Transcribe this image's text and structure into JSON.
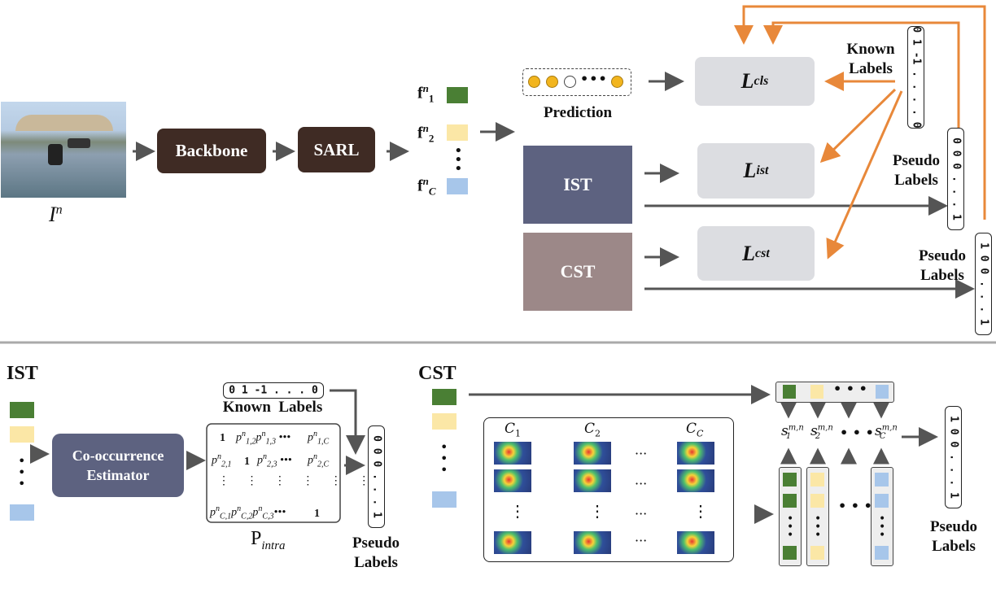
{
  "top": {
    "input_label": "I",
    "input_sup": "n",
    "backbone": "Backbone",
    "sarl": "SARL",
    "feat_f": "f",
    "feat_sup": "n",
    "feat_sub": [
      "1",
      "2",
      "C"
    ],
    "prediction": "Prediction",
    "ist": "IST",
    "cst": "CST",
    "loss_cls_sub": "cls",
    "loss_ist_sub": "ist",
    "loss_cst_sub": "cst",
    "loss_symbol": "L",
    "known_labels": "Known\nLabels",
    "pseudo_labels": "Pseudo\nLabels",
    "known_vec": "0 1 -1 . . . . 0",
    "pseudo_vec_ist": "0 0 0 . . . 1",
    "pseudo_vec_cst": "1 0 0 . . . 1"
  },
  "ist_panel": {
    "title": "IST",
    "estimator": "Co-occurrence\nEstimator",
    "known_vec": "0 1 -1  . . .  0",
    "known_labels": "Known  Labels",
    "pintra": "P",
    "pintra_sub": "intra",
    "pseudo_vec": "0 0 0 . . . 1",
    "pseudo_labels": "Pseudo\nLabels"
  },
  "cst_panel": {
    "title": "CST",
    "class_headers": [
      "C",
      "C",
      "C"
    ],
    "class_subs": [
      "1",
      "2",
      "C"
    ],
    "s_labels": [
      "s",
      "s",
      "s"
    ],
    "s_subs": [
      "1",
      "2",
      "C"
    ],
    "s_sup": "m,n",
    "pseudo_vec": "1 0 0 . . . 1",
    "pseudo_labels": "Pseudo\nLabels"
  },
  "colors": {
    "green": "#4a7f34",
    "yellow": "#fbe7a6",
    "blue": "#a7c6ea",
    "orange": "#e8883a",
    "dark": "#3f2b24",
    "ist": "#5d6280",
    "cst": "#9c8888",
    "panel_ist": "#c9c9d6",
    "panel_cst": "#d8cccc"
  }
}
